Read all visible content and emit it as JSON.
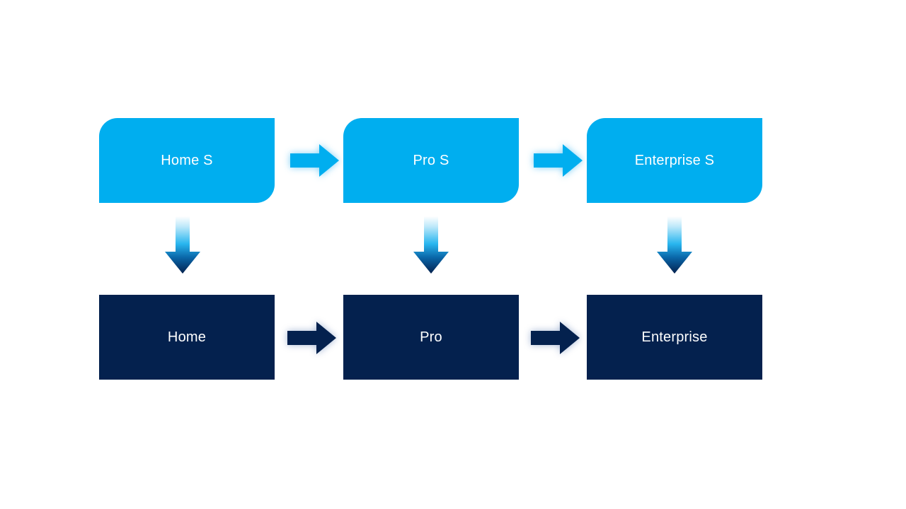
{
  "diagram": {
    "title": "",
    "background_color": "#ffffff",
    "colors": {
      "service_blue": "#00AEEF",
      "plain_navy": "#04214E",
      "label_text": "#ffffff",
      "down_arrow_gradient_top": "#ffffff",
      "down_arrow_gradient_mid": "#29B6EF",
      "down_arrow_gradient_bottom": "#04214E"
    },
    "rows": [
      {
        "name": "service-row",
        "style": "service",
        "nodes": [
          {
            "id": "home-s",
            "label": "Home S"
          },
          {
            "id": "pro-s",
            "label": "Pro S"
          },
          {
            "id": "enterprise-s",
            "label": "Enterprise S"
          }
        ],
        "connectors": [
          {
            "id": "service-arrow-1",
            "direction": "right",
            "from": "home-s",
            "to": "pro-s"
          },
          {
            "id": "service-arrow-2",
            "direction": "right",
            "from": "pro-s",
            "to": "enterprise-s"
          }
        ]
      },
      {
        "name": "plain-row",
        "style": "plain",
        "nodes": [
          {
            "id": "home",
            "label": "Home"
          },
          {
            "id": "pro",
            "label": "Pro"
          },
          {
            "id": "enterprise",
            "label": "Enterprise"
          }
        ],
        "connectors": [
          {
            "id": "plain-arrow-1",
            "direction": "right",
            "from": "home",
            "to": "pro"
          },
          {
            "id": "plain-arrow-2",
            "direction": "right",
            "from": "pro",
            "to": "enterprise"
          }
        ]
      }
    ],
    "vertical_connectors": [
      {
        "id": "down-arrow-1",
        "direction": "down",
        "from": "home-s",
        "to": "home"
      },
      {
        "id": "down-arrow-2",
        "direction": "down",
        "from": "pro-s",
        "to": "pro"
      },
      {
        "id": "down-arrow-3",
        "direction": "down",
        "from": "enterprise-s",
        "to": "enterprise"
      }
    ]
  }
}
